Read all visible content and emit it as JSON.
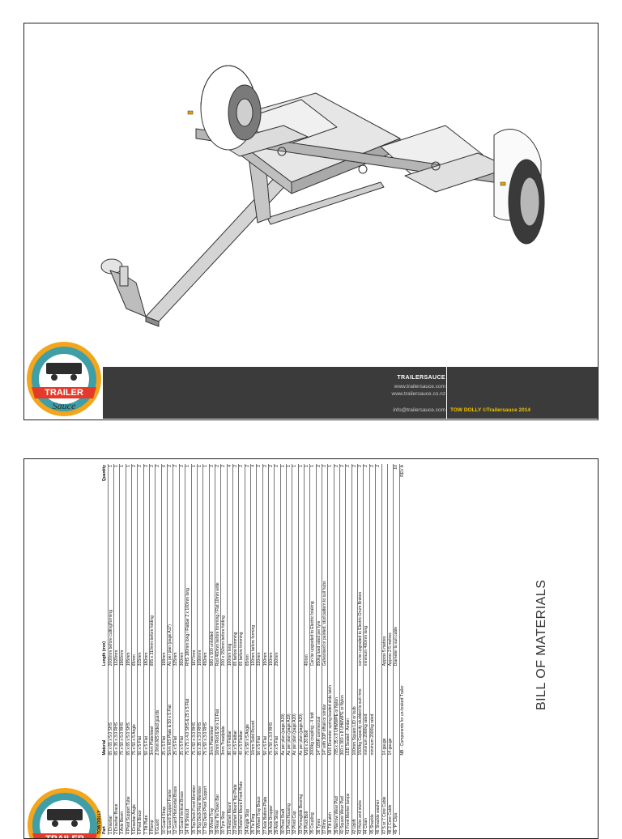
{
  "sheet1": {
    "brand": "TRAILERSAUCE",
    "web1": "www.trailersauce.com",
    "web2": "www.trailersauce.co.nz",
    "email": "info@trailersauce.com",
    "drawing_ref": "TOW DOLLY ©Trailersauce 2014",
    "logo_top": "TRAILER",
    "logo_bottom": "Sauce"
  },
  "sheet2": {
    "heading": "BILL OF MATERIALS",
    "table_title": "TOW DOLLY",
    "columns": [
      "Part",
      "Material",
      "Length (mm)",
      "Quantity"
    ],
    "rows": [
      [
        "1 Drawbar",
        "65 x 65 x 5.0 SHS",
        "2000mm before cutting/forming",
        "1"
      ],
      [
        "2 Drawbar Brace",
        "65 x 35 x 3.0 RHS",
        "1320mm",
        "1"
      ],
      [
        "3 Axle Beam",
        "75 x 50 x 5.0 RHS",
        "1960mm",
        "1"
      ],
      [
        "4 Pivot Support Tube",
        "65 x 65 x 5.0 SHS",
        "195mm",
        "1"
      ],
      [
        "5 Drawbar Angle",
        "75 x 50 x 5 Angle",
        "65mm",
        "2"
      ],
      [
        "6 Pivot Brace",
        "50 x 5 Flat",
        "315mm",
        "2"
      ],
      [
        "7 Tilt Plate",
        "50 x 5 Flat",
        "180mm",
        "2"
      ],
      [
        "8 Ramp",
        "3mm Plate/steel",
        "895 x 310mm before folding",
        "2"
      ],
      [
        "9 Guard",
        "2.0mm MS folded guards",
        "",
        "2"
      ],
      [
        "10 Guard Strap",
        "25 x 5 Flat",
        "198mm",
        "6"
      ],
      [
        "11 Guard Support Frame",
        "5mm MS Plate & 50 x 5 Flat",
        "As per plan (page A17)",
        "2"
      ],
      [
        "12 Guard Horizontal Brace",
        "25 x 5 Flat",
        "325mm",
        "2"
      ],
      [
        "13 Guard Vertical Brace",
        "25 x 5 Flat",
        "360mm",
        "2"
      ],
      [
        "14 Tilt Shroud",
        "75 x 75 x 4.0 SHS & 25 x 5 Flat",
        "RHS 180mm long / Flatbar 2 x 100mm long",
        "1"
      ],
      [
        "15 Top Deck Front Member",
        "75 x 50 x 3.0 RHS",
        "1877mm",
        "1"
      ],
      [
        "16 Top Deck Rear Member",
        "65 x 35 x 3.0 RHS",
        "1090mm",
        "1"
      ],
      [
        "17 Top Deck Pivot Support",
        "75 x 50 x 3.0 RHS",
        "450mm",
        "1"
      ],
      [
        "18 Wheel Tray",
        "3mm Plate/steel",
        "580 x 500 unfolded",
        "2"
      ],
      [
        "19 Rear Tie Down Bar",
        "16mm Rod & 50 x 10 Flat",
        "Rod 460mm before trimming / Flat 10mm wide",
        "2"
      ],
      [
        "20 Tyre Stop",
        "3mm Treadplate",
        "200 x 150mm before folding",
        "2"
      ],
      [
        "21 Ratchet Mount",
        "80 x 6 Flatbar",
        "100mm long",
        "4"
      ],
      [
        "22 Ratchet Mount Top Plate",
        "40 x 5 Flatbar",
        "65 before trimming",
        "2"
      ],
      [
        "23 Ratchet Mount Front Plate",
        "40 x 5 Flatbar",
        "65 before trimming",
        "2"
      ],
      [
        "24 Angle Stop",
        "75 x 50 x 5 Angle",
        "65mm",
        "2"
      ],
      [
        "25 Tie Ring",
        "10mm Solid Round",
        "120mm before forming",
        "4"
      ],
      [
        "26 Wheel Tray Brace",
        "50 x 5 Flat",
        "320mm",
        "2"
      ],
      [
        "27 Axle Bottom Plate",
        "50 x 5 Flat",
        "150mm",
        "2"
      ],
      [
        "28 Axle Dropper",
        "75 x 50 x 3.0 RHS",
        "150mm",
        "2"
      ],
      [
        "29 Axle Strap",
        "50 x 5 Flat",
        "250mm",
        "2"
      ],
      [
        "30 Pivot Shaft",
        "As per plan (page A19)",
        "",
        "1"
      ],
      [
        "31 Pivot Housing",
        "As per plan (page A19)",
        "",
        "1"
      ],
      [
        "32 Pivot Cap",
        "As per plan (page A20)",
        "",
        "1"
      ],
      [
        "33 Pomaglide Bearing",
        "As per plan (page A20)",
        "",
        "1"
      ],
      [
        "34 Pivot Bolt",
        "M16 x 20 Bolt",
        "40mm",
        "1"
      ],
      [
        "35 Coupling",
        "2000kg coupling - 4 bolt",
        "Can be upgraded to Electric braking",
        "1"
      ],
      [
        "36 Tyres",
        "14\" 185R commercial",
        "850kg load rated per tyre",
        "2"
      ],
      [
        "37 Rims",
        "14\" with 30P offset or similar",
        "Galvanised or painted, stud pattern to suit hubs",
        "2"
      ],
      [
        "38 Tilt Latch",
        "M16 Diameter spring loaded slide latch",
        "",
        "1"
      ],
      [
        "39 Narrow Wear Pad",
        "785 x 35 x 8 UHMWPE or Nylon",
        "",
        "2"
      ],
      [
        "40 Square Wear Pad",
        "360 x 360 x 8 UHMWPE or Nylon",
        "",
        "2"
      ],
      [
        "41 Front Marker lamps",
        "LED Sealed - Amber",
        "",
        "2"
      ],
      [
        "42 Uplift",
        "100mm Square LID or bulb",
        "",
        "2"
      ],
      [
        "43 Hubs and stubs",
        "1500kg Capacity studded to suit rims",
        "can be upgraded to Electric Drum Brakes",
        "2"
      ],
      [
        "44 Chain",
        "minimum 2000kg rated",
        "minimum 400mm long",
        "2"
      ],
      [
        "45 Shackle",
        "minimum 2000kg rated",
        "",
        "2"
      ],
      [
        "46 Shackle washer",
        "",
        "",
        "2"
      ],
      [
        "47 5 or 7 Core Cable",
        "14 gauge",
        "Approx 5 metres",
        ""
      ],
      [
        "48 2 Core Cable",
        "14 gauge",
        "Approx 2.5 metres",
        ""
      ],
      [
        "49 \"P\" Clips",
        "",
        "Diameter to suit cable",
        "10"
      ],
      [
        "",
        "NB - Components for un-braked Trailer",
        "",
        "REV A"
      ]
    ]
  }
}
